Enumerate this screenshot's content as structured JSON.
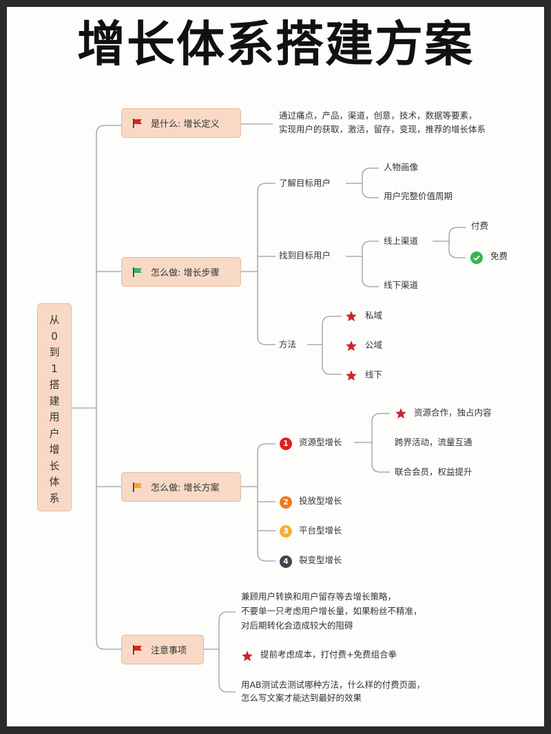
{
  "title": "增长体系搭建方案",
  "root": [
    "从",
    "0",
    "到",
    "1",
    "搭",
    "建",
    "用",
    "户",
    "增",
    "长",
    "体",
    "系"
  ],
  "branches": {
    "what": {
      "label": "是什么: 增长定义",
      "flag_color": "#d9261c",
      "desc": [
        "通过痛点，产品，渠道，创意，技术，数据等要素，",
        "实现用户的获取，激活，留存，变现，推荐的增长体系"
      ]
    },
    "how_steps": {
      "label": "怎么做: 增长步骤",
      "flag_color": "#3bb36a",
      "understand": {
        "label": "了解目标用户",
        "children": [
          "人物画像",
          "用户完整价值周期"
        ]
      },
      "find": {
        "label": "找到目标用户",
        "online": "线上渠道",
        "paid": "付费",
        "free": "免费",
        "offline": "线下渠道"
      },
      "method": {
        "label": "方法",
        "children": [
          "私域",
          "公域",
          "线下"
        ]
      }
    },
    "how_plan": {
      "label": "怎么做: 增长方案",
      "flag_color": "#f5a623",
      "items": [
        {
          "num": "1",
          "label": "资源型增长",
          "color": "#e02020"
        },
        {
          "num": "2",
          "label": "投放型增长",
          "color": "#f07a1a"
        },
        {
          "num": "3",
          "label": "平台型增长",
          "color": "#f5b03a"
        },
        {
          "num": "4",
          "label": "裂变型增长",
          "color": "#3d4550"
        }
      ],
      "resource_children": [
        "资源合作，独占内容",
        "跨界活动，流量互通",
        "联合会员，权益提升"
      ]
    },
    "notes": {
      "label": "注意事项",
      "flag_color": "#d9261c",
      "items": [
        [
          "兼顾用户转换和用户留存等去增长策略，",
          "不要单一只考虑用户增长量，如果粉丝不精准，",
          "对后期转化会造成较大的阻碍"
        ],
        [
          "提前考虑成本，打付费+免费组合拳"
        ],
        [
          "用AB测试去测试哪种方法，什么样的付费页面，",
          "怎么写文案才能达到最好的效果"
        ]
      ]
    }
  },
  "colors": {
    "line": "#9a9aa8",
    "node_bg": "#f8d9c5",
    "star": "#c8262c"
  }
}
